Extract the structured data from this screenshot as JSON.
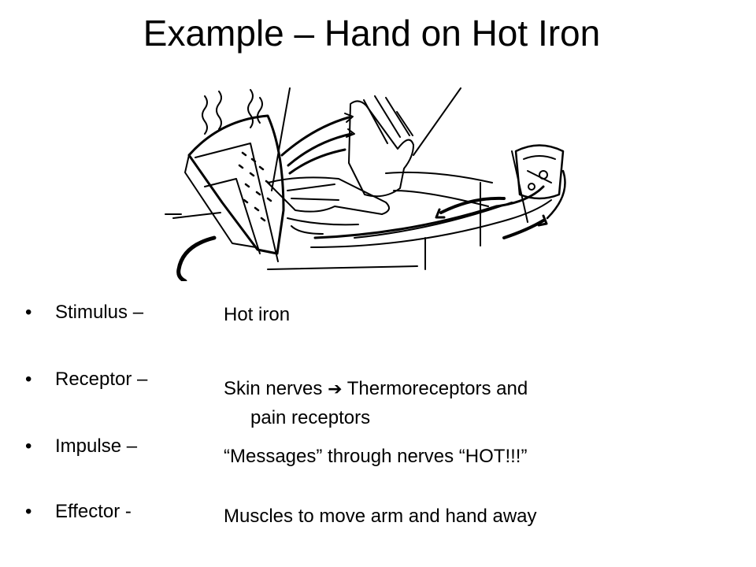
{
  "slide": {
    "title": "Example – Hand on Hot Iron",
    "illustration": {
      "description_icon": "hand-on-hot-iron-reflex-arc-illustration"
    },
    "terms": [
      {
        "label": "Stimulus –",
        "answer": "Hot iron"
      },
      {
        "label": "Receptor –",
        "answer_line1_a": "Skin nerves ",
        "answer_arrow": "➔",
        "answer_line1_b": " Thermoreceptors and",
        "answer_line2": "pain receptors"
      },
      {
        "label": "Impulse –",
        "answer": "“Messages” through nerves “HOT!!!”"
      },
      {
        "label": "Effector -",
        "answer": "Muscles to move arm and hand away"
      }
    ],
    "bullet_glyph": "•"
  }
}
